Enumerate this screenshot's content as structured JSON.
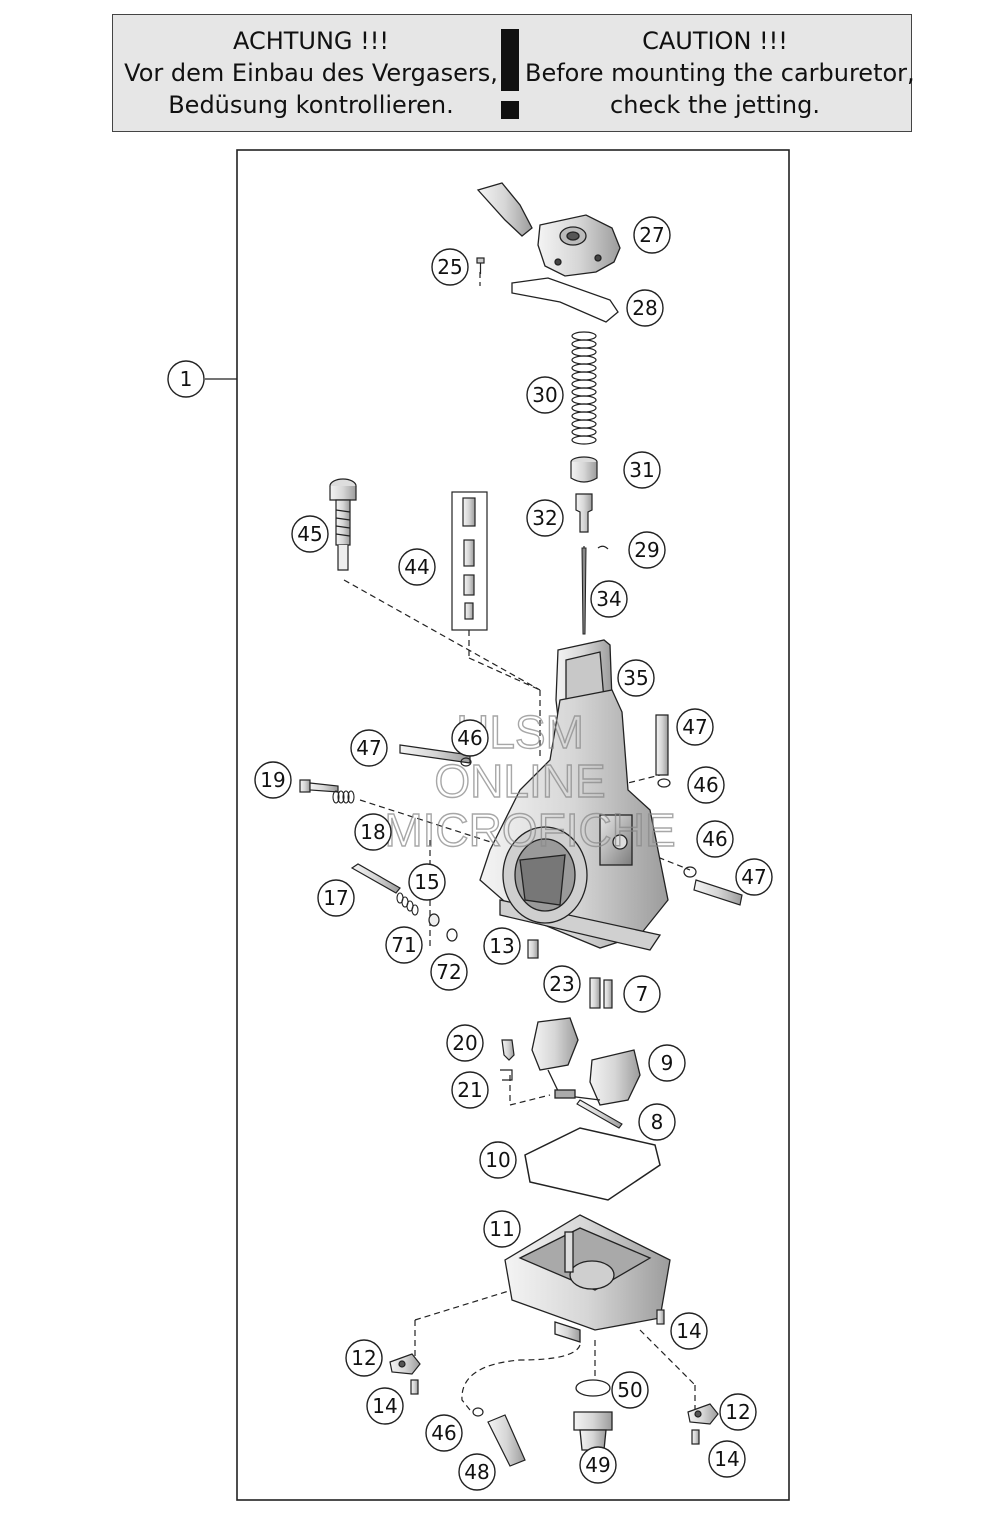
{
  "warning": {
    "de": {
      "heading": "ACHTUNG !!!",
      "line1": "Vor dem Einbau des Vergasers,",
      "line2": "Bedüsung kontrollieren."
    },
    "en": {
      "heading": "CAUTION !!!",
      "line1": "Before mounting the carburetor,",
      "line2": "check the jetting."
    }
  },
  "watermark": {
    "line1": "HLSM",
    "line2": "ONLINE",
    "line3": "MICROFICHE"
  },
  "callouts": [
    {
      "id": "c1",
      "label": "1"
    },
    {
      "id": "c27",
      "label": "27"
    },
    {
      "id": "c25",
      "label": "25"
    },
    {
      "id": "c28",
      "label": "28"
    },
    {
      "id": "c30",
      "label": "30"
    },
    {
      "id": "c31",
      "label": "31"
    },
    {
      "id": "c32",
      "label": "32"
    },
    {
      "id": "c29",
      "label": "29"
    },
    {
      "id": "c34",
      "label": "34"
    },
    {
      "id": "c45",
      "label": "45"
    },
    {
      "id": "c44",
      "label": "44"
    },
    {
      "id": "c35",
      "label": "35"
    },
    {
      "id": "c47a",
      "label": "47"
    },
    {
      "id": "c46a",
      "label": "46"
    },
    {
      "id": "c47b",
      "label": "47"
    },
    {
      "id": "c46b",
      "label": "46"
    },
    {
      "id": "c19",
      "label": "19"
    },
    {
      "id": "c18",
      "label": "18"
    },
    {
      "id": "c46c",
      "label": "46"
    },
    {
      "id": "c47c",
      "label": "47"
    },
    {
      "id": "c17",
      "label": "17"
    },
    {
      "id": "c15",
      "label": "15"
    },
    {
      "id": "c71",
      "label": "71"
    },
    {
      "id": "c72",
      "label": "72"
    },
    {
      "id": "c13",
      "label": "13"
    },
    {
      "id": "c23",
      "label": "23"
    },
    {
      "id": "c7",
      "label": "7"
    },
    {
      "id": "c20",
      "label": "20"
    },
    {
      "id": "c9",
      "label": "9"
    },
    {
      "id": "c21",
      "label": "21"
    },
    {
      "id": "c8",
      "label": "8"
    },
    {
      "id": "c10",
      "label": "10"
    },
    {
      "id": "c11",
      "label": "11"
    },
    {
      "id": "c14a",
      "label": "14"
    },
    {
      "id": "c12a",
      "label": "12"
    },
    {
      "id": "c50",
      "label": "50"
    },
    {
      "id": "c14b",
      "label": "14"
    },
    {
      "id": "c12b",
      "label": "12"
    },
    {
      "id": "c46d",
      "label": "46"
    },
    {
      "id": "c49",
      "label": "49"
    },
    {
      "id": "c14c",
      "label": "14"
    },
    {
      "id": "c48",
      "label": "48"
    }
  ]
}
